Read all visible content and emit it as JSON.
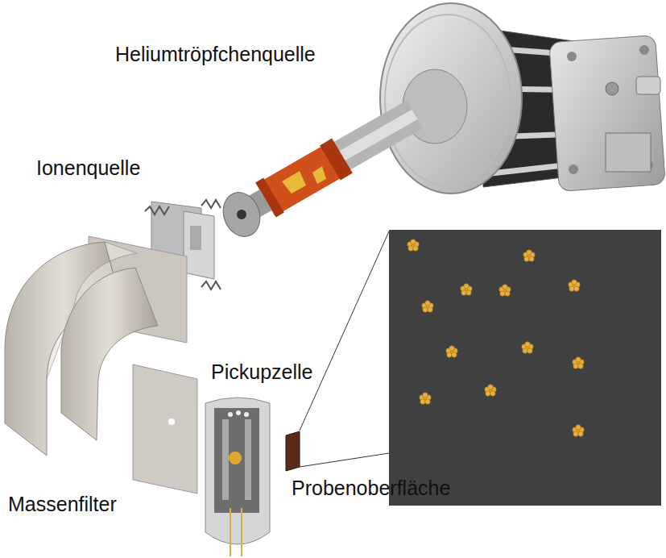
{
  "diagram": {
    "labels": [
      "Heliumtröpfchenquelle",
      "Ionenquelle",
      "Pickupzelle",
      "Probenoberfläche",
      "Massenfilter"
    ]
  }
}
